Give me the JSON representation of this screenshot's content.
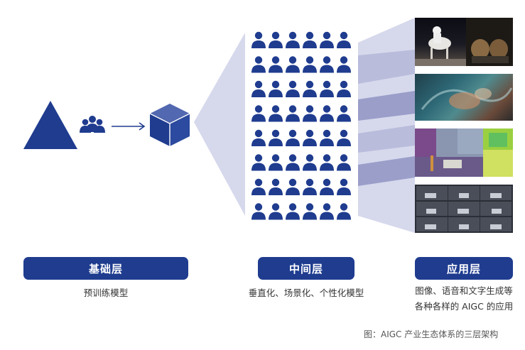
{
  "colors": {
    "primary": "#1f3c8f",
    "funnel_light": "#d6d8ec",
    "funnel_mid": "#b9bcdb",
    "funnel_dark": "#9a9ec9"
  },
  "icons": {
    "foundation": "triangle-icon",
    "people": "people-group-icon",
    "arrow": "arrow-right-icon",
    "model": "cube-icon",
    "grid_person": "person-icon"
  },
  "grid": {
    "rows": 8,
    "cols": 6
  },
  "layers": [
    {
      "label": "基础层",
      "description_lines": [
        "预训练模型"
      ]
    },
    {
      "label": "中间层",
      "description_lines": [
        "垂直化、场景化、个性化模型"
      ]
    },
    {
      "label": "应用层",
      "description_lines": [
        "图像、语音和文字生成等",
        "各种各样的 AIGC 的应用"
      ]
    }
  ],
  "caption": "图：AIGC 产业生态体系的三层架构"
}
